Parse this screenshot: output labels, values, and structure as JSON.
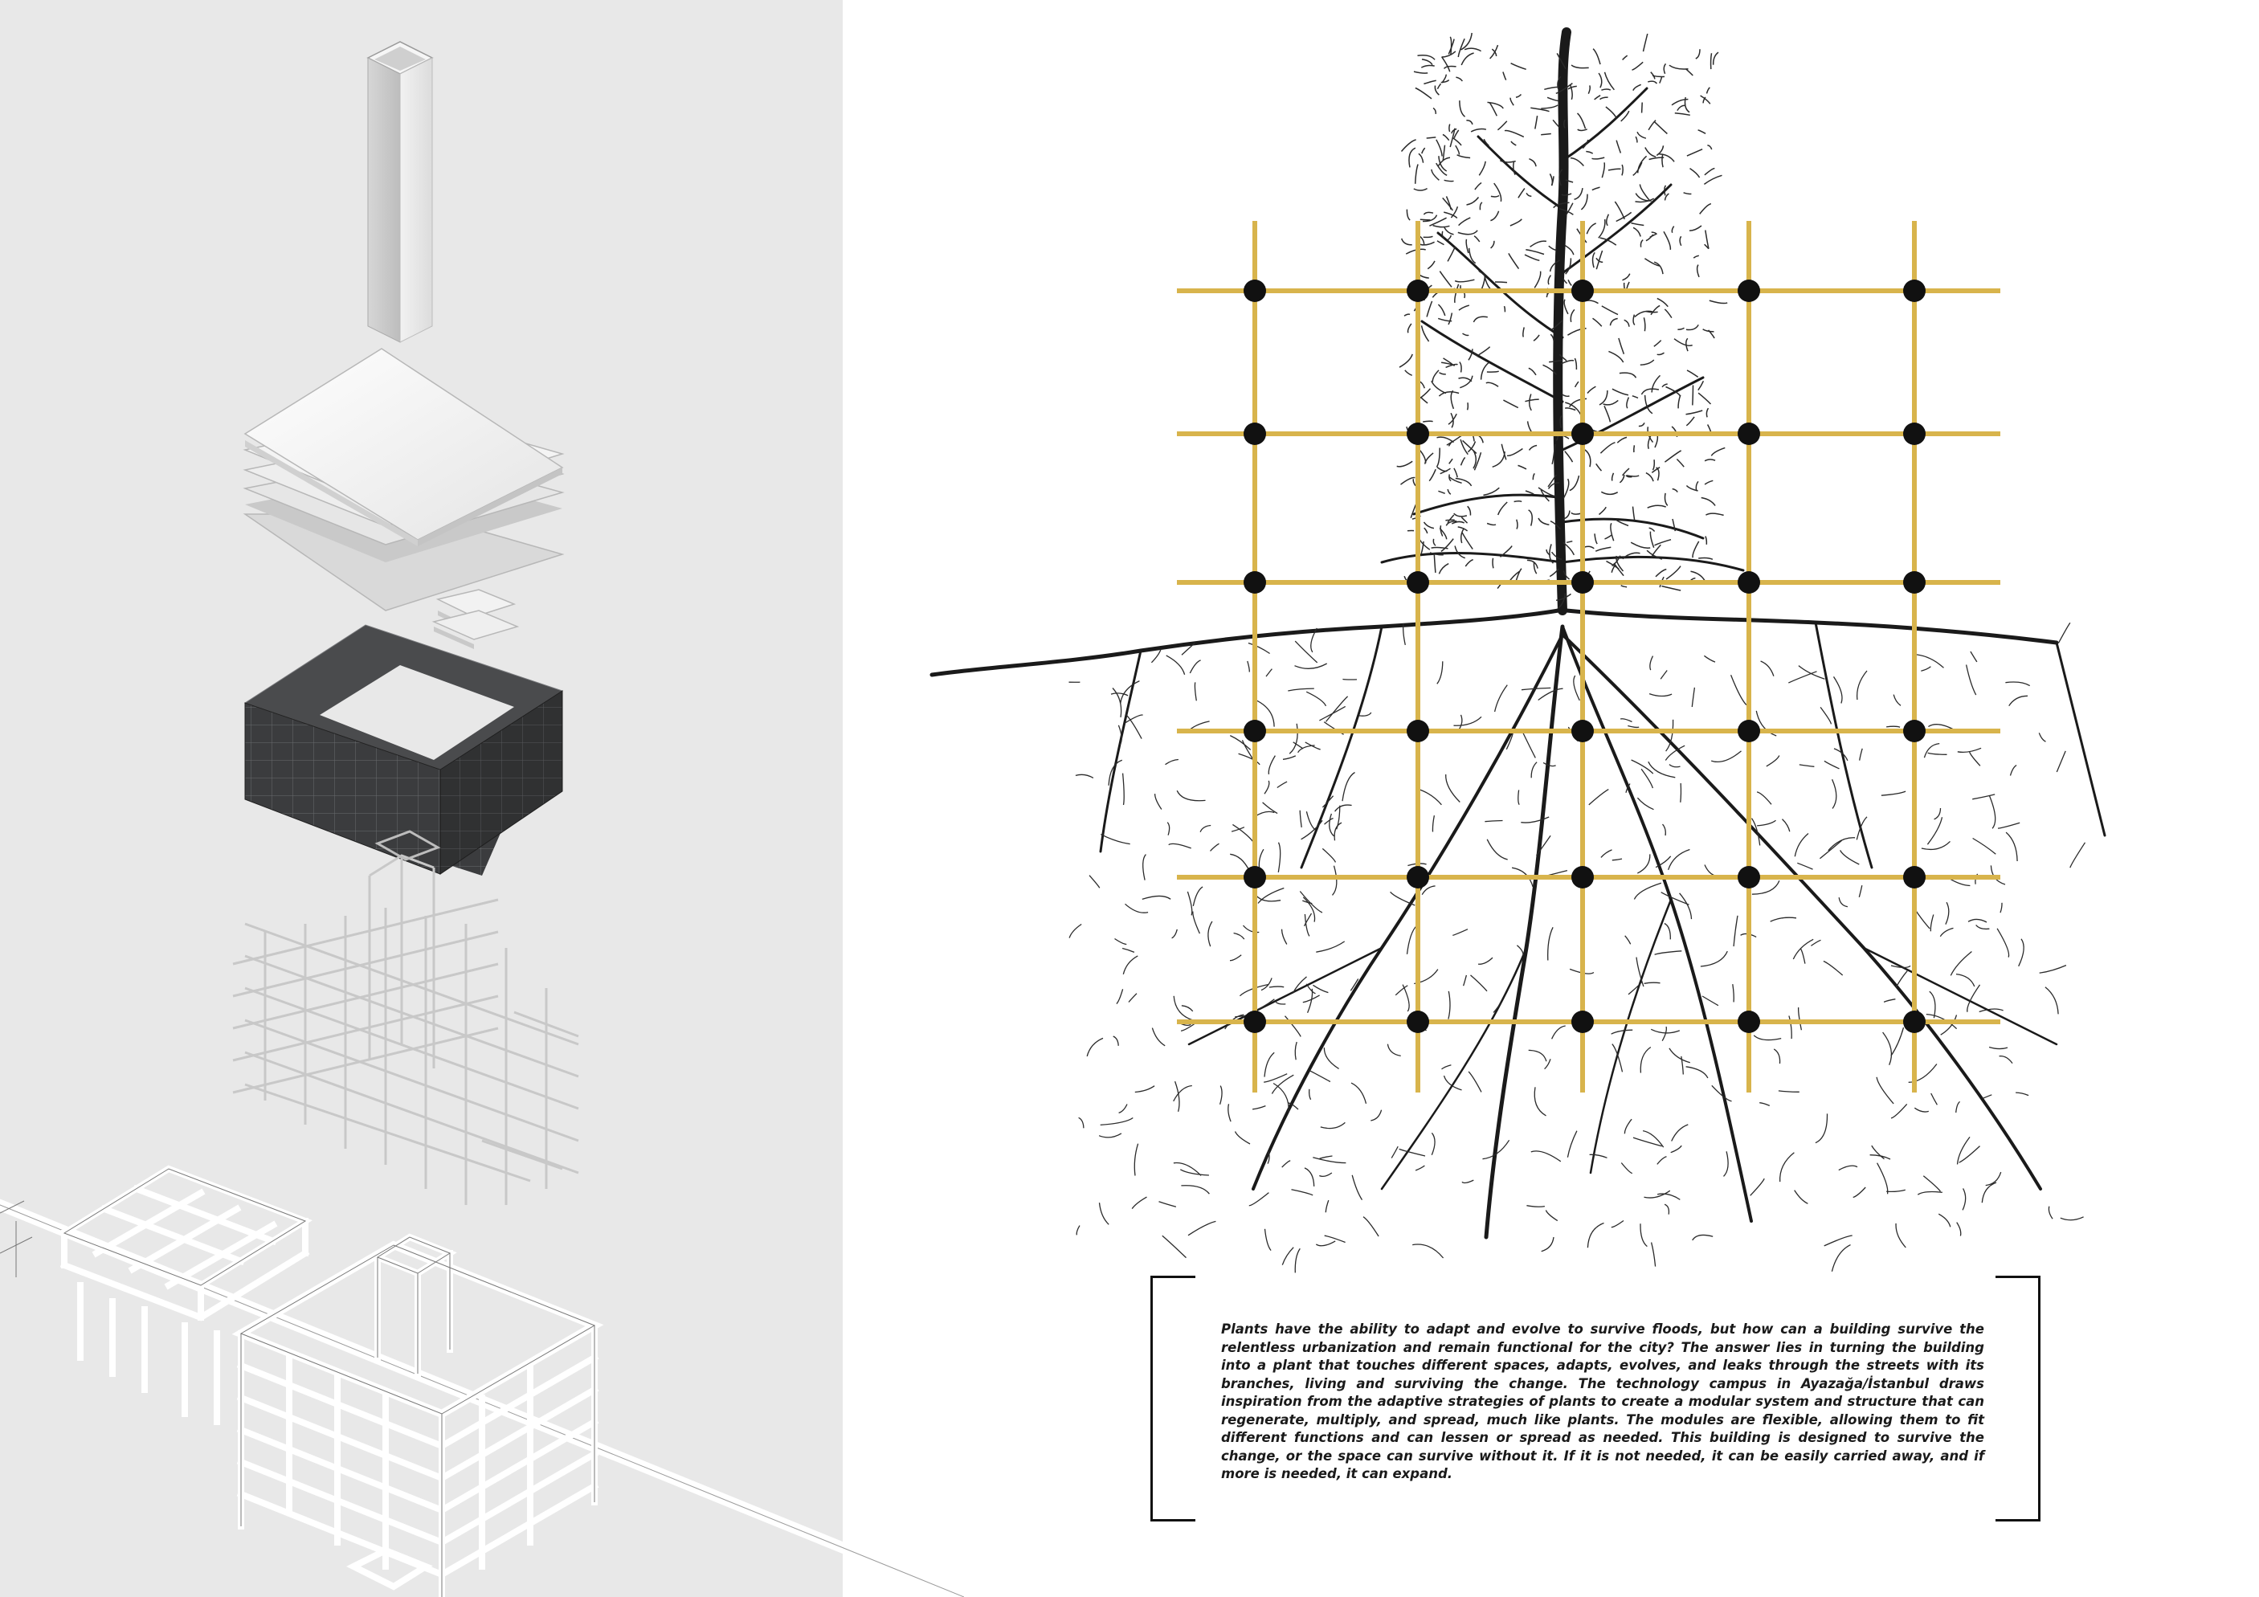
{
  "description": {
    "text": "Plants have the ability to adapt and evolve to survive floods, but how can a building survive the relentless urbanization and remain functional for the city? The answer lies in turning the building into a plant that touches different spaces, adapts, evolves, and leaks through the streets with its branches, living and surviving the change. The technology campus in Ayazağa/İstanbul draws inspiration from the adaptive strategies of plants to create a modular system and structure that can regenerate, multiply, and spread, much like plants. The modules are flexible, allowing them to fit different functions and can lessen or spread as needed. This building is designed to survive the change, or the space can survive without it. If it is not needed, it can be easily carried away, and if more is needed, it can expand."
  },
  "colors": {
    "left_background": "#e8e8e8",
    "grid_gold": "#d8b44c",
    "node_black": "#111111",
    "facade_dark": "#3a3b3d",
    "ink": "#1a1a1a"
  },
  "grid": {
    "columns": 5,
    "rows": 6
  }
}
